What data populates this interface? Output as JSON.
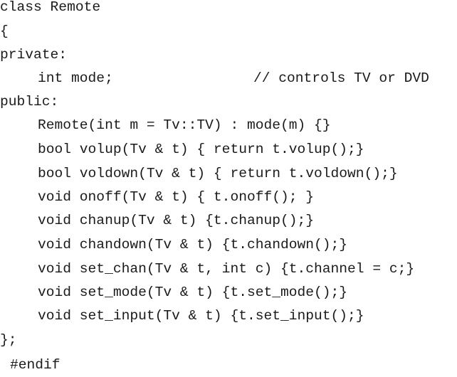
{
  "code": {
    "lines": [
      "class Remote",
      "{",
      "private:",
      "int mode;",
      "public:",
      "Remote(int m = Tv::TV) : mode(m) {}",
      "bool volup(Tv & t) { return t.volup();}",
      "bool voldown(Tv & t) { return t.voldown();}",
      "void onoff(Tv & t) { t.onoff(); }",
      "void chanup(Tv & t) {t.chanup();}",
      "void chandown(Tv & t) {t.chandown();}",
      "void set_chan(Tv & t, int c) {t.channel = c;}",
      "void set_mode(Tv & t) {t.set_mode();}",
      "void set_input(Tv & t) {t.set_input();}",
      "};",
      "#endif"
    ],
    "mode_comment": "// controls TV or DVD"
  }
}
